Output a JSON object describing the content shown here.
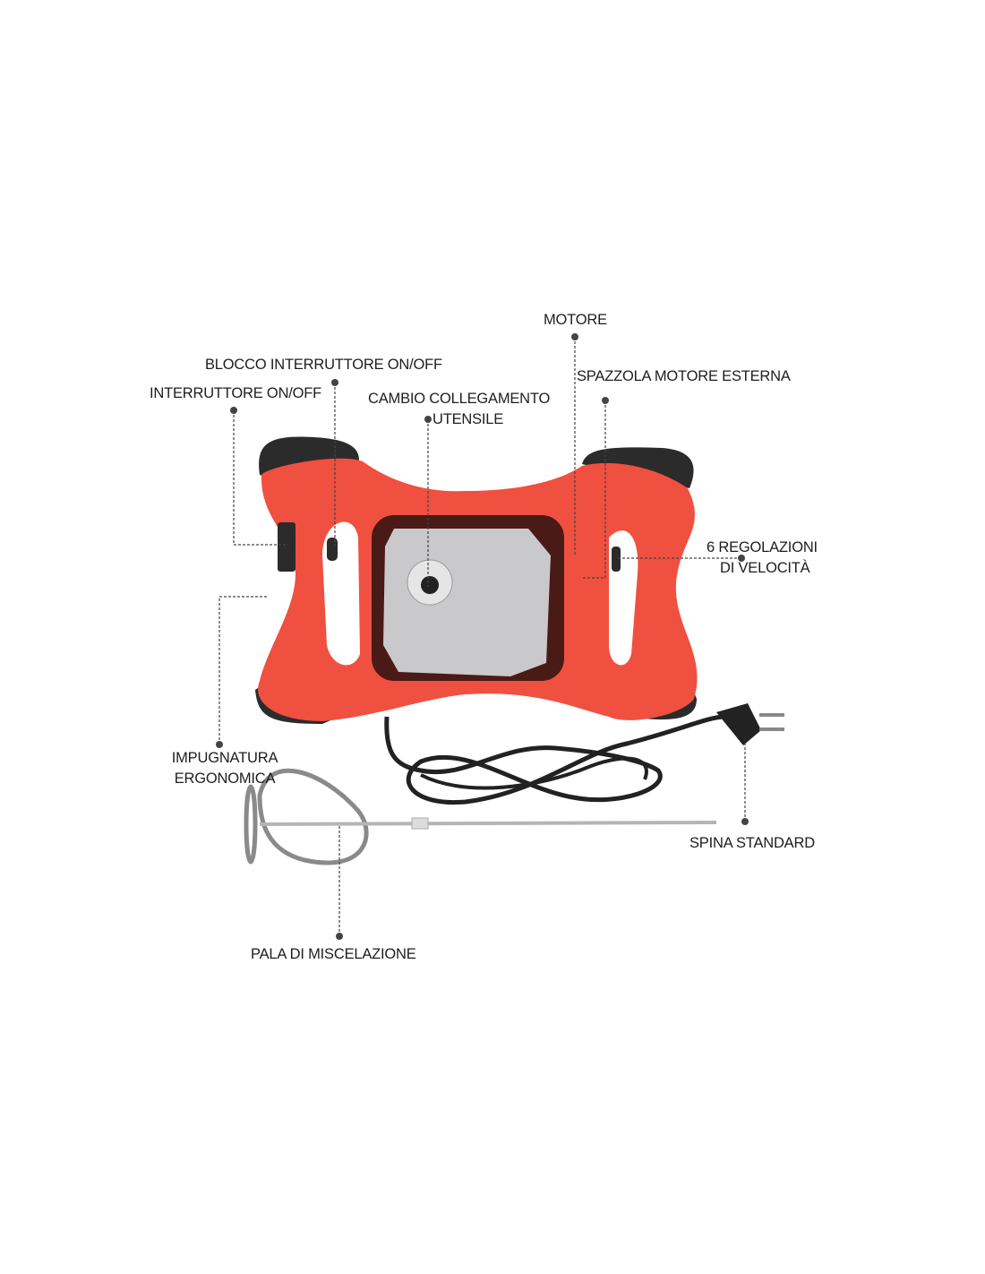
{
  "labels": {
    "motor": "MOTORE",
    "switch_lock": "BLOCCO INTERRUTTORE ON/OFF",
    "switch": "INTERRUTTORE ON/OFF",
    "tool_change_line1": "CAMBIO COLLEGAMENTO",
    "tool_change_line2": "UTENSILE",
    "brush": "SPAZZOLA MOTORE ESTERNA",
    "speed_line1": "6 REGOLAZIONI",
    "speed_line2": "DI VELOCITÀ",
    "grip_line1": "IMPUGNATURA",
    "grip_line2": "ERGONOMICA",
    "plug": "SPINA STANDARD",
    "paddle": "PALA DI MISCELAZIONE"
  },
  "colors": {
    "body": "#f0503f",
    "grip": "#2b2b2b",
    "motor": "#c9c9cb",
    "line": "#444444"
  }
}
